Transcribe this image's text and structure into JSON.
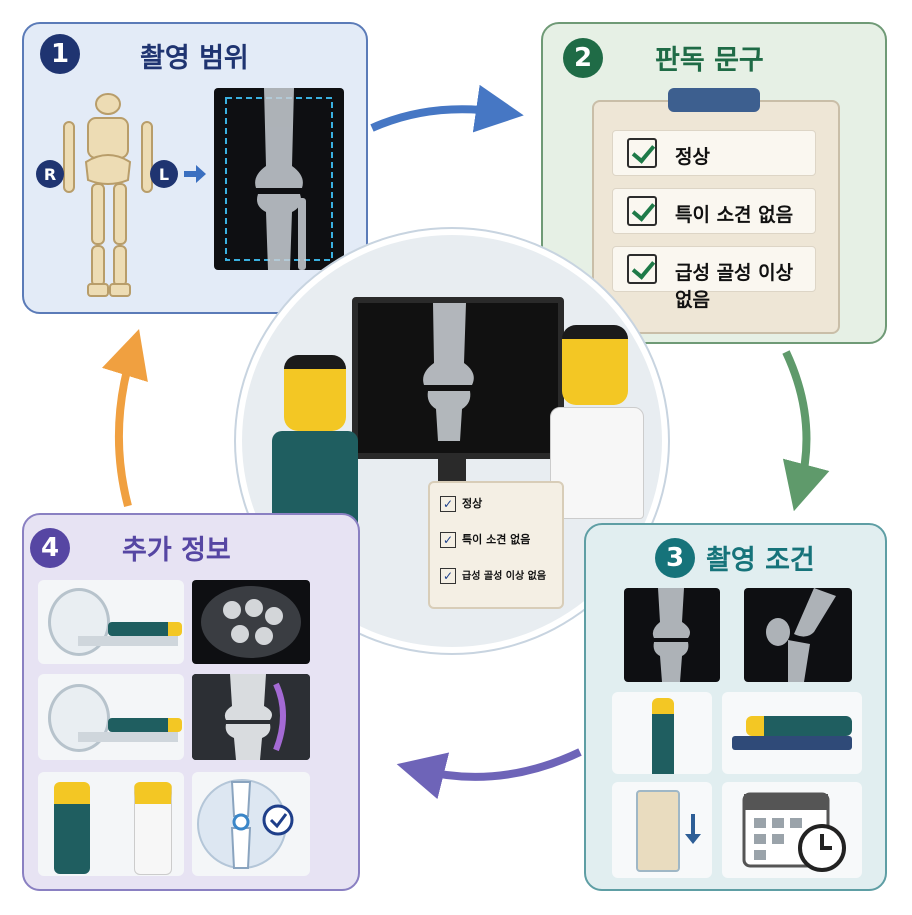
{
  "steps": [
    {
      "number": "1",
      "title": "촬영 범위",
      "color": "#1f3471"
    },
    {
      "number": "2",
      "title": "판독 문구",
      "color": "#1f6b46"
    },
    {
      "number": "3",
      "title": "촬영 조건",
      "color": "#16737a"
    },
    {
      "number": "4",
      "title": "추가 정보",
      "color": "#5646a3"
    }
  ],
  "step1": {
    "side_right": "R",
    "side_left": "L"
  },
  "checklist": [
    "정상",
    "특이 소견 없음",
    "급성 골성 이상 없음"
  ],
  "center_checklist": [
    "정상",
    "특이 소견 없음",
    "급성 골성 이상 없음"
  ],
  "arrow_colors": {
    "step1_to_2": "#4677c4",
    "step2_to_3": "#5f9a6b",
    "step3_to_4": "#6e64b8",
    "step4_to_1": "#f0a040"
  }
}
